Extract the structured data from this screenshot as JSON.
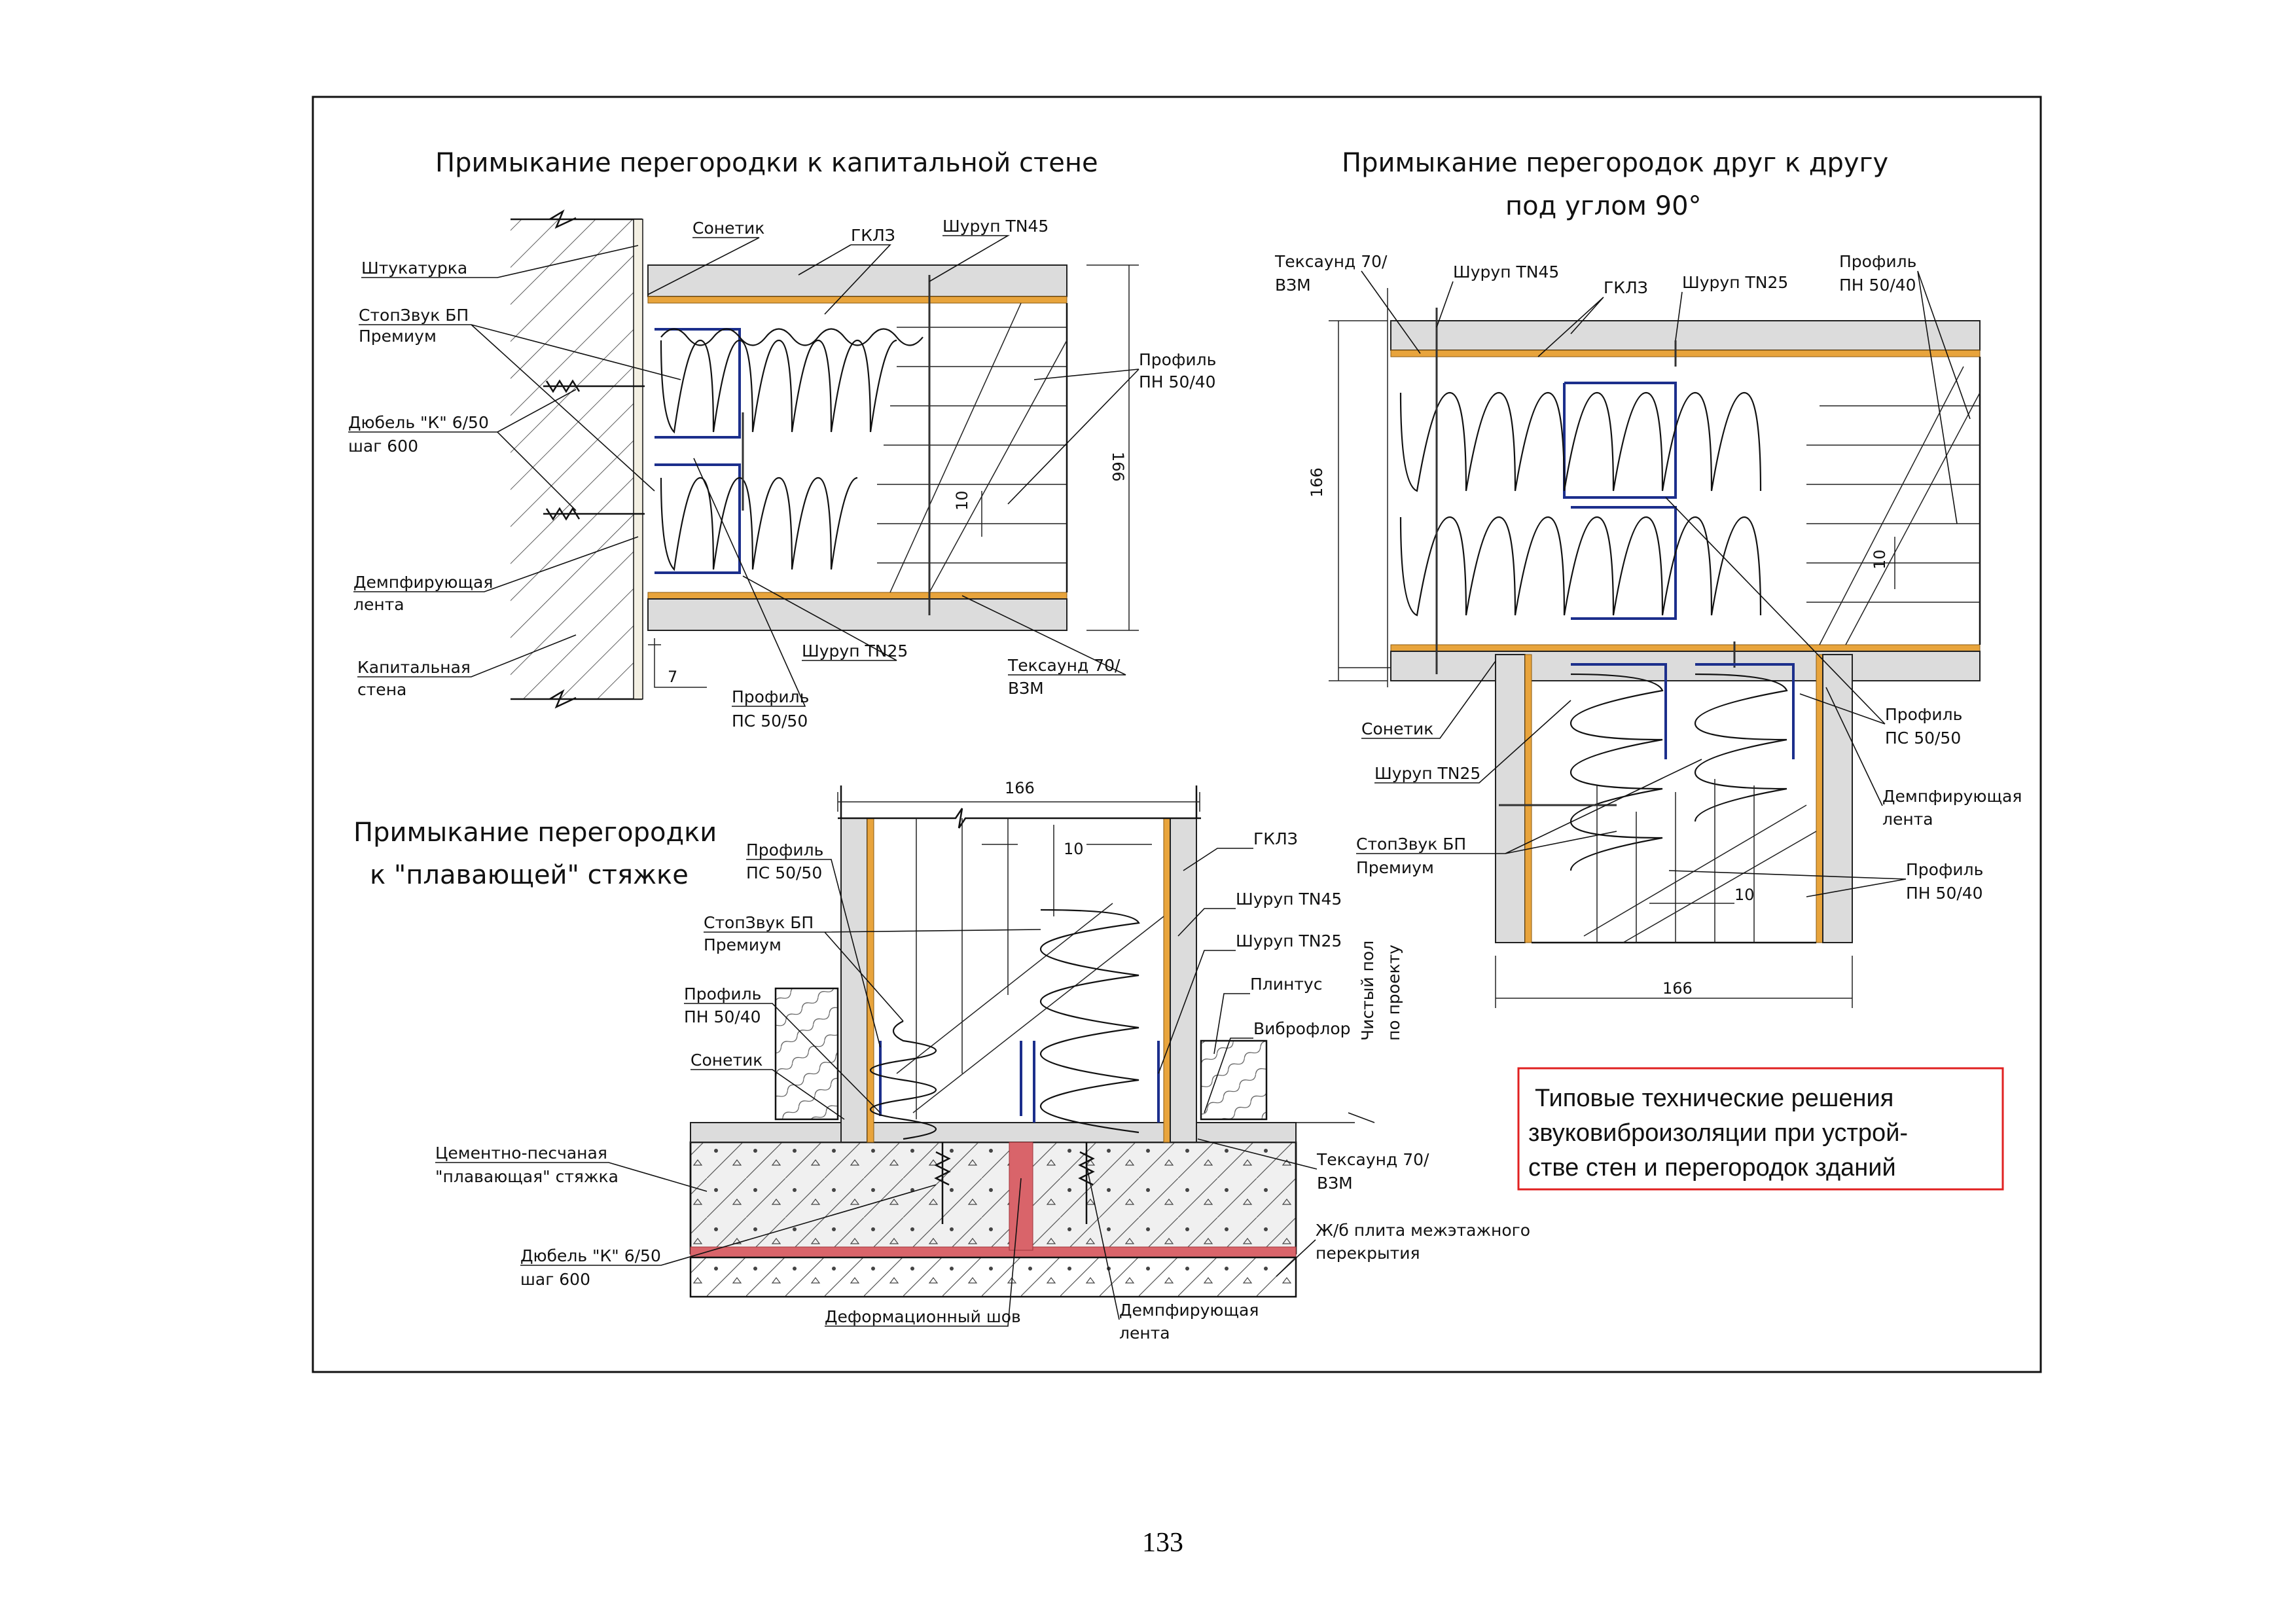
{
  "detail1": {
    "title": "Примыкание перегородки к капитальной стене",
    "labels": {
      "shtukaturka": "Штукатурка",
      "sonetik": "Сонетик",
      "gkl": "ГКЛЗ",
      "shurup_tn45": "Шуруп TN45",
      "stopzvuk_1": "СтопЗвук БП",
      "stopzvuk_2": "Премиум",
      "profil_pn_1": "Профиль",
      "profil_pn_2": "ПН 50/40",
      "dubel_1": "Дюбель \"К\" 6/50",
      "dubel_2": "шаг 600",
      "dempf_1": "Демпфирующая",
      "dempf_2": "лента",
      "kap_1": "Капитальная",
      "kap_2": "стена",
      "shurup_tn25": "Шуруп TN25",
      "teksaund_1": "Тексаунд 70/",
      "teksaund_2": "ВЗМ",
      "profil_ps_1": "Профиль",
      "profil_ps_2": "ПС 50/50"
    },
    "dims": {
      "d166": "166",
      "d10": "10",
      "d7": "7"
    }
  },
  "detail2": {
    "title_1": "Примыкание перегородок друг к другу",
    "title_2": "под углом 90°",
    "labels": {
      "teksaund_1": "Тексаунд 70/",
      "teksaund_2": "ВЗМ",
      "shurup_tn45": "Шуруп TN45",
      "gkl": "ГКЛЗ",
      "shurup_tn25_top": "Шуруп TN25",
      "profil_pn_top_1": "Профиль",
      "profil_pn_top_2": "ПН 50/40",
      "sonetik": "Сонетик",
      "shurup_tn25": "Шуруп TN25",
      "stopzvuk_1": "СтопЗвук БП",
      "stopzvuk_2": "Премиум",
      "profil_ps_1": "Профиль",
      "profil_ps_2": "ПС 50/50",
      "dempf_1": "Демпфирующая",
      "dempf_2": "лента",
      "profil_pn_1": "Профиль",
      "profil_pn_2": "ПН 50/40"
    },
    "dims": {
      "d166_v": "166",
      "d10_a": "10",
      "d10_b": "10",
      "d166_h": "166"
    }
  },
  "detail3": {
    "title_1": "Примыкание перегородки",
    "title_2": "к \"плавающей\" стяжке",
    "labels": {
      "profil_ps_1": "Профиль",
      "profil_ps_2": "ПС 50/50",
      "stopzvuk_1": "СтопЗвук БП",
      "stopzvuk_2": "Премиум",
      "profil_pn_1": "Профиль",
      "profil_pn_2": "ПН 50/40",
      "sonetik": "Сонетик",
      "styazhka_1": "Цементно-песчаная",
      "styazhka_2": "\"плавающая\" стяжка",
      "dubel_1": "Дюбель \"К\" 6/50",
      "dubel_2": "шаг 600",
      "deform": "Деформационный шов",
      "dempf_1": "Демпфирующая",
      "dempf_2": "лента",
      "gkl": "ГКЛЗ",
      "shurup_tn45": "Шуруп TN45",
      "shurup_tn25": "Шуруп TN25",
      "plintus": "Плинтус",
      "vibroflor": "Виброфлор",
      "chisty_1": "Чистый пол",
      "chisty_2": "по проекту",
      "teksaund_1": "Тексаунд 70/",
      "teksaund_2": "ВЗМ",
      "plita_1": "Ж/б плита межэтажного",
      "plita_2": "перекрытия"
    },
    "dims": {
      "d166": "166",
      "d10": "10"
    }
  },
  "note": {
    "line1": "Типовые технические решения",
    "line2": "звуковиброизоляции при устрой-",
    "line3": "стве стен и перегородок зданий",
    "border_color": "#e02020"
  },
  "page_number": "133"
}
